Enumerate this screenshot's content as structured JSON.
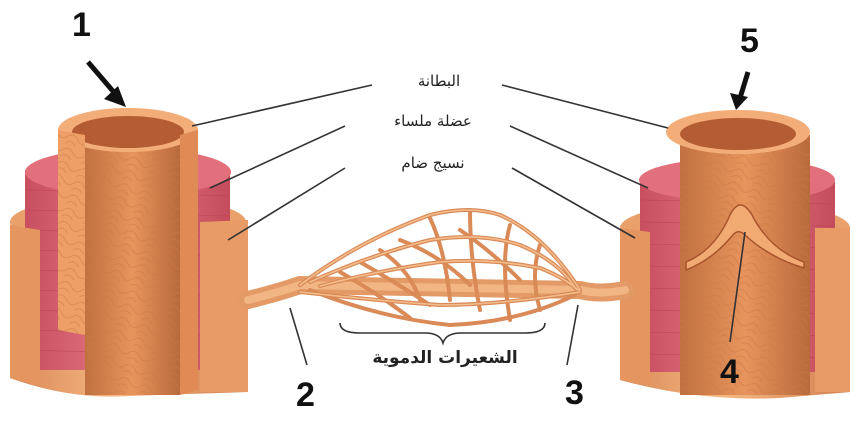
{
  "numbers": {
    "n1": "1",
    "n2": "2",
    "n3": "3",
    "n4": "4",
    "n5": "5"
  },
  "labels": {
    "endothelium": "البطانة",
    "smooth_muscle": "عضلة ملساء",
    "connective_tissue": "نسيج ضام"
  },
  "capillaries_caption": "الشعيرات الدموية",
  "colors": {
    "tissue_light": "#f5b27c",
    "tissue_mid": "#e49a63",
    "tissue_dark": "#c9703e",
    "muscle_pink": "#d9606e",
    "cavity_dark": "#b15a35"
  }
}
